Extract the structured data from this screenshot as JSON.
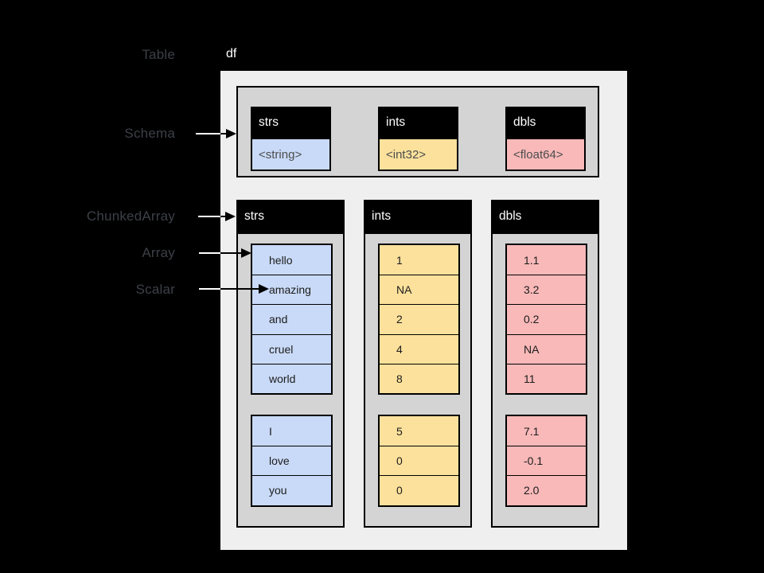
{
  "labels": {
    "table": "Table",
    "schema": "Schema",
    "chunkedarray": "ChunkedArray",
    "array": "Array",
    "scalar": "Scalar"
  },
  "table": {
    "name": "df",
    "schema_fields": [
      {
        "name": "strs",
        "type": "<string>",
        "color": "#c9daf8"
      },
      {
        "name": "ints",
        "type": "<int32>",
        "color": "#fce19c"
      },
      {
        "name": "dbls",
        "type": "<float64>",
        "color": "#f9b9b9"
      }
    ],
    "columns": [
      {
        "name": "strs",
        "color": "#c9daf8",
        "chunks": [
          [
            "hello",
            "amazing",
            "and",
            "cruel",
            "world"
          ],
          [
            "I",
            "love",
            "you"
          ]
        ]
      },
      {
        "name": "ints",
        "color": "#fce19c",
        "chunks": [
          [
            "1",
            "NA",
            "2",
            "4",
            "8"
          ],
          [
            "5",
            "0",
            "0"
          ]
        ]
      },
      {
        "name": "dbls",
        "color": "#f9b9b9",
        "chunks": [
          [
            "1.1",
            "3.2",
            "0.2",
            "NA",
            "11"
          ],
          [
            "7.1",
            "-0.1",
            "2.0"
          ]
        ]
      }
    ]
  },
  "colors": {
    "background": "#000000",
    "outer_box": "#efefef",
    "panel_gray": "#d4d4d4",
    "header_black": "#000000",
    "label_text": "#3c4047"
  }
}
